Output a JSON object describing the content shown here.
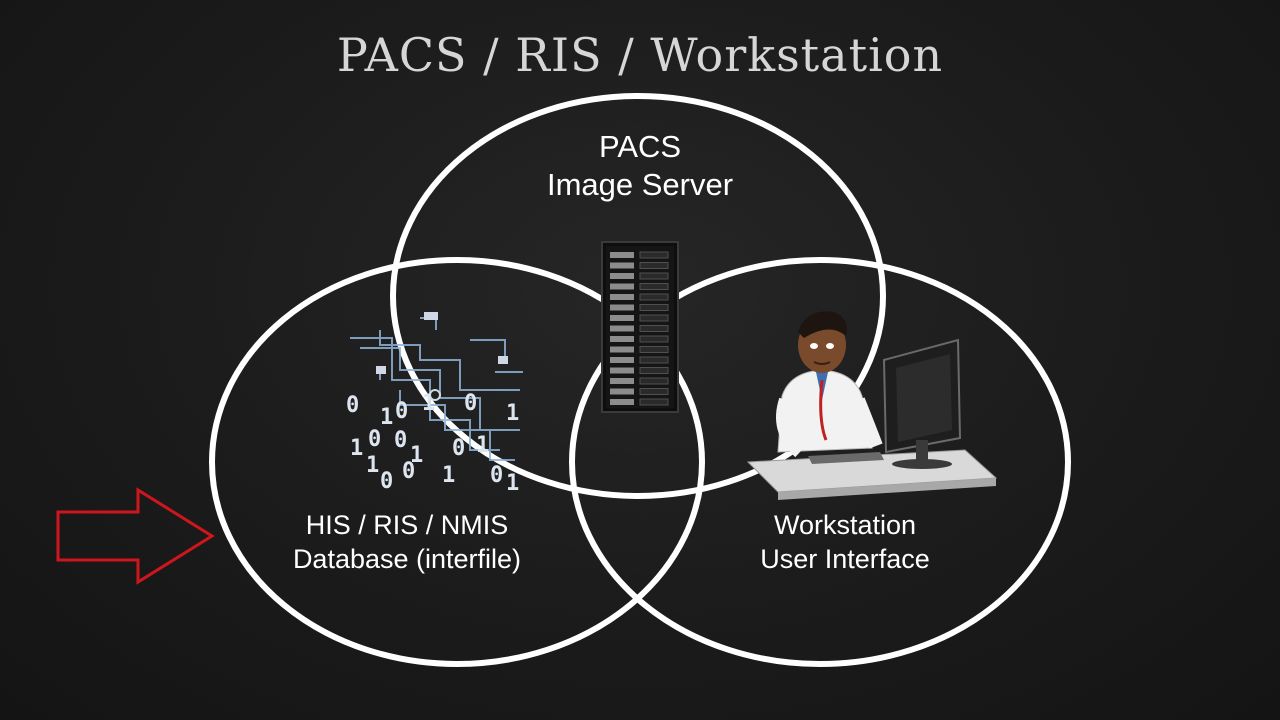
{
  "slide": {
    "title": "PACS / RIS / Workstation"
  },
  "venn": {
    "pacs": {
      "line1": "PACS",
      "line2": "Image Server"
    },
    "his": {
      "line1": "HIS / RIS / NMIS",
      "line2": "Database (interfile)"
    },
    "workstation": {
      "line1": "Workstation",
      "line2": "User Interface"
    }
  },
  "binary_art": {
    "digits": [
      "0",
      "1",
      "0",
      "1",
      "0",
      "1",
      "1",
      "0",
      "0",
      "1",
      "0",
      "1",
      "1",
      "0",
      "0",
      "1",
      "0",
      "1"
    ]
  },
  "colors": {
    "background": "#1b1b1b",
    "circle": "#ffffff",
    "arrow": "#d0161c",
    "circuit": "#8fb3d9"
  },
  "icons": [
    "server-rack-icon",
    "circuit-binary-icon",
    "doctor-at-computer-icon",
    "red-arrow-icon"
  ]
}
